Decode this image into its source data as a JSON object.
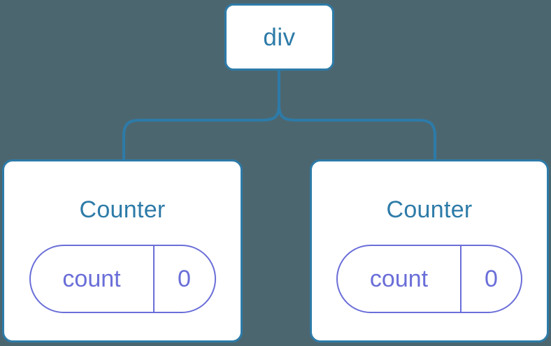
{
  "diagram": {
    "type": "component-tree",
    "background_color": "#4c6670",
    "node_border_color": "#2d7ba8",
    "node_text_color": "#2d7ba8",
    "node_fill_color": "#ffffff",
    "state_accent_color": "#6a6ed8",
    "connector_color": "#2d7ba8"
  },
  "root": {
    "label": "div"
  },
  "children": [
    {
      "title": "Counter",
      "state": {
        "key": "count",
        "value": "0"
      }
    },
    {
      "title": "Counter",
      "state": {
        "key": "count",
        "value": "0"
      }
    }
  ]
}
